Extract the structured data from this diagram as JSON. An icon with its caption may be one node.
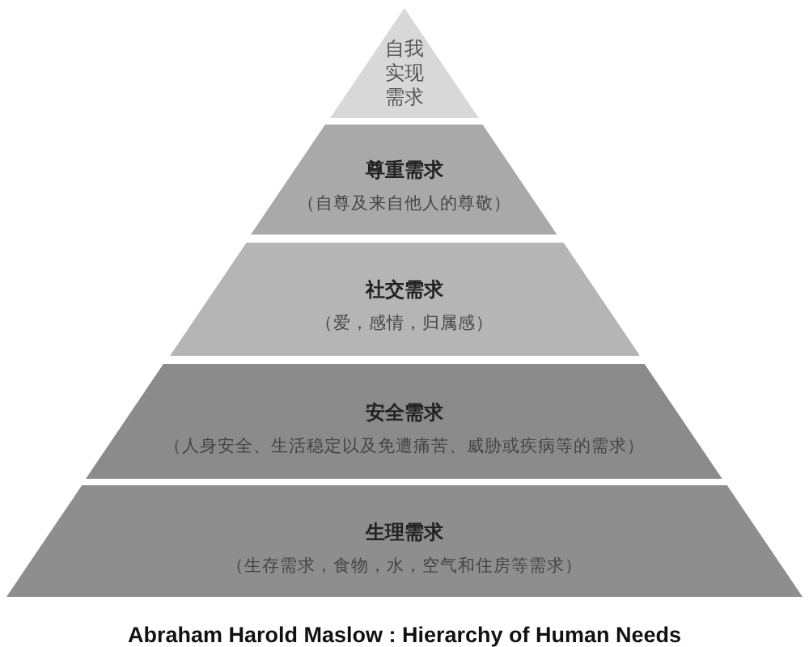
{
  "diagram": {
    "caption": "Abraham Harold Maslow : Hierarchy of Human Needs",
    "nodes": [
      {
        "text": [
          "自我实现需求"
        ]
      },
      {
        "text": [
          "尊重需求",
          "（自尊及来自他人的尊敬）"
        ]
      },
      {
        "text": [
          "社交需求",
          "（爱，感情，归属感）"
        ]
      },
      {
        "text": [
          "安全需求",
          "（人身安全、生活稳定以及免遭痛苦、威胁或疾病等的需求）"
        ]
      },
      {
        "text": [
          "生理需求",
          "（生存需求，食物，水，空气和住房等需求）"
        ]
      }
    ]
  }
}
